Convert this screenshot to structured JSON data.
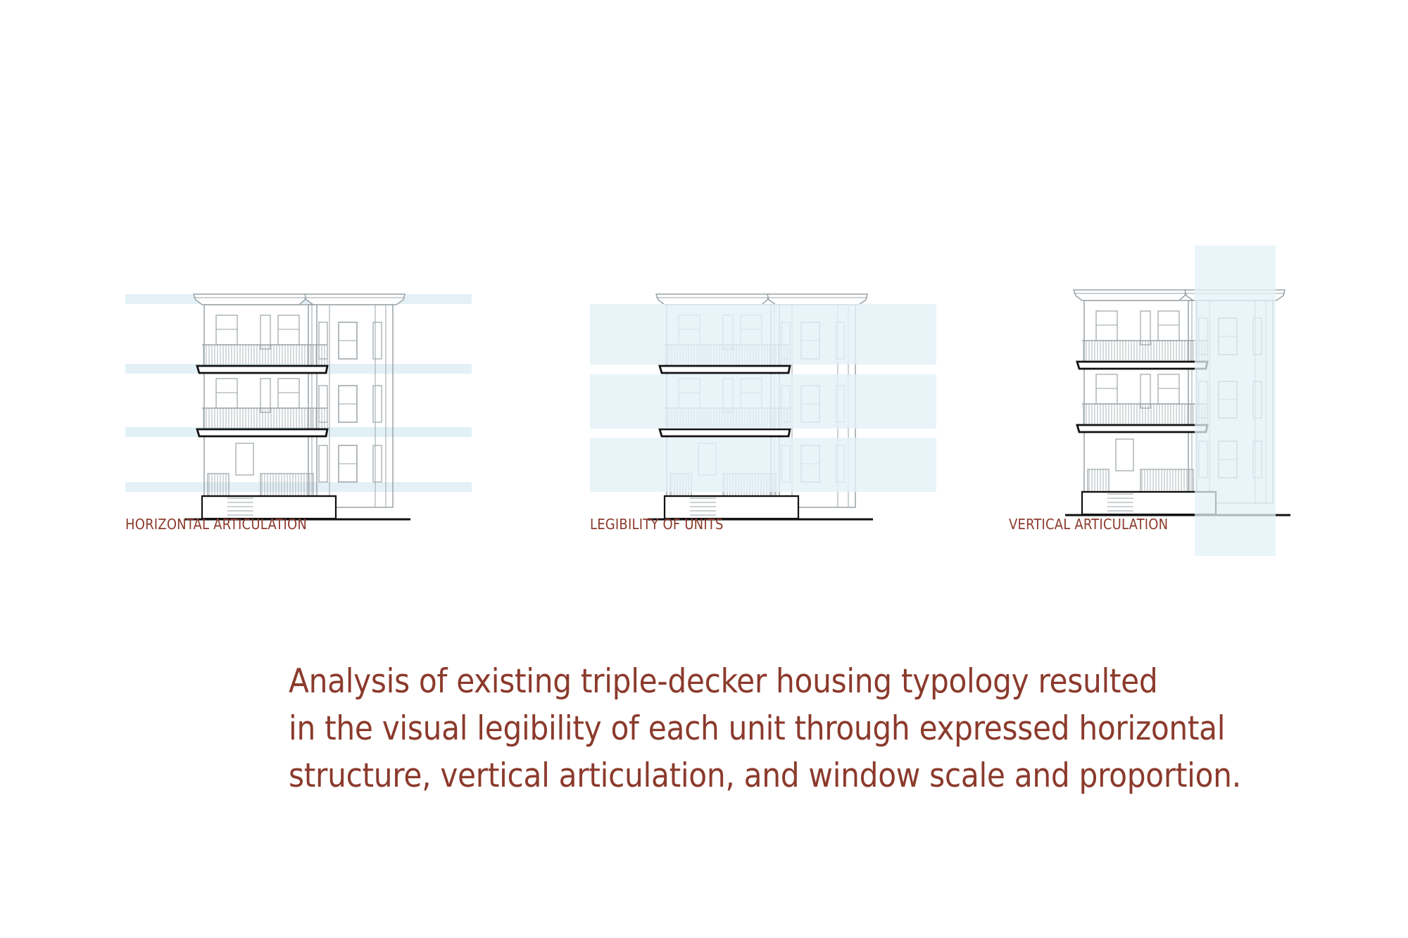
{
  "colors": {
    "accent_text": "#8b3a2c",
    "highlight": "#e3f1f7",
    "line_heavy": "#111111",
    "line_light": "#9aa3a8"
  },
  "diagrams": [
    {
      "caption": "HORIZONTAL ARTICULATION",
      "highlight_mode": "horizontal-bands"
    },
    {
      "caption": "LEGIBILITY OF UNITS",
      "highlight_mode": "unit-blocks"
    },
    {
      "caption": "VERTICAL ARTICULATION",
      "highlight_mode": "vertical-bay"
    }
  ],
  "summary": {
    "lines": [
      "Analysis of existing triple-decker housing typology resulted",
      "in the visual legibility of each unit through expressed horizontal",
      "structure, vertical articulation, and window scale and proportion."
    ]
  }
}
